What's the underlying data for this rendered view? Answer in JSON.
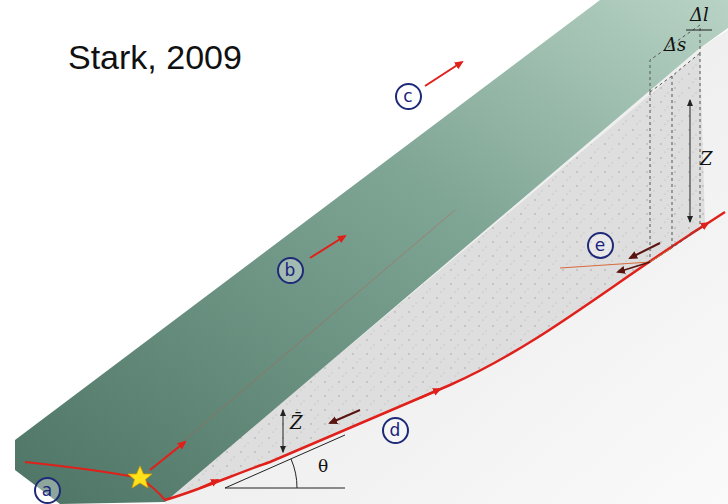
{
  "diagram": {
    "nodes": [
      {
        "text": [
          "a"
        ]
      },
      {
        "text": [
          "b"
        ]
      },
      {
        "text": [
          "c"
        ]
      },
      {
        "text": [
          "d"
        ]
      },
      {
        "text": [
          "e"
        ]
      }
    ],
    "labels": [
      "Stark, 2009",
      "Δl",
      "Δs",
      "Z",
      "Z̄",
      "θ"
    ]
  }
}
